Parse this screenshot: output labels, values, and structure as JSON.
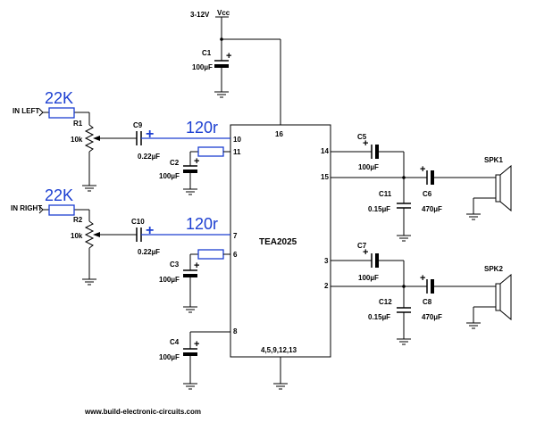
{
  "supply": {
    "voltage": "3-12V",
    "vcc": "Vcc"
  },
  "ic": {
    "name": "TEA2025",
    "pin_vcc": "16",
    "pin_gnd": "4,5,9,12,13",
    "pins": {
      "p10": "10",
      "p11": "11",
      "p7": "7",
      "p6": "6",
      "p8": "8",
      "p14": "14",
      "p15": "15",
      "p3": "3",
      "p2": "2"
    }
  },
  "inputs": {
    "left": {
      "label": "IN LEFT",
      "resistor_value": "22K",
      "pot": "R1",
      "pot_value": "10k",
      "cap": "C9",
      "cap_value": "0.22µF",
      "series_res": "120r"
    },
    "right": {
      "label": "IN RIGHT",
      "resistor_value": "22K",
      "pot": "R2",
      "pot_value": "10k",
      "cap": "C10",
      "cap_value": "0.22µF",
      "series_res": "120r"
    }
  },
  "components": {
    "c1": {
      "name": "C1",
      "value": "100µF"
    },
    "c2": {
      "name": "C2",
      "value": "100µF"
    },
    "c3": {
      "name": "C3",
      "value": "100µF"
    },
    "c4": {
      "name": "C4",
      "value": "100µF"
    },
    "c5": {
      "name": "C5",
      "value": "100µF"
    },
    "c6": {
      "name": "C6",
      "value": "470µF"
    },
    "c7": {
      "name": "C7",
      "value": "100µF"
    },
    "c8": {
      "name": "C8",
      "value": "470µF"
    },
    "c11": {
      "name": "C11",
      "value": "0.15µF"
    },
    "c12": {
      "name": "C12",
      "value": "0.15µF"
    }
  },
  "speakers": {
    "spk1": "SPK1",
    "spk2": "SPK2"
  },
  "footer": {
    "url": "www.build-electronic-circuits.com"
  },
  "colors": {
    "annotation": "#1c3fd1",
    "lines": "#000000",
    "background": "#ffffff"
  }
}
